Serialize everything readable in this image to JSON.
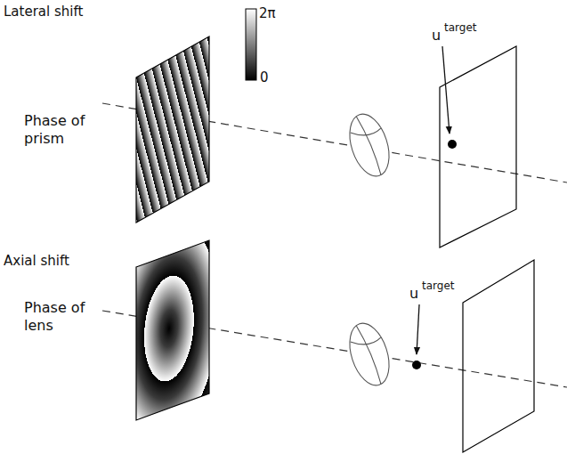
{
  "diagram": {
    "labels": [
      "Lateral shift",
      "2π",
      "0",
      "Phase of prism",
      "u",
      "target",
      "Axial shift",
      "Phase of lens",
      "u",
      "target"
    ]
  }
}
